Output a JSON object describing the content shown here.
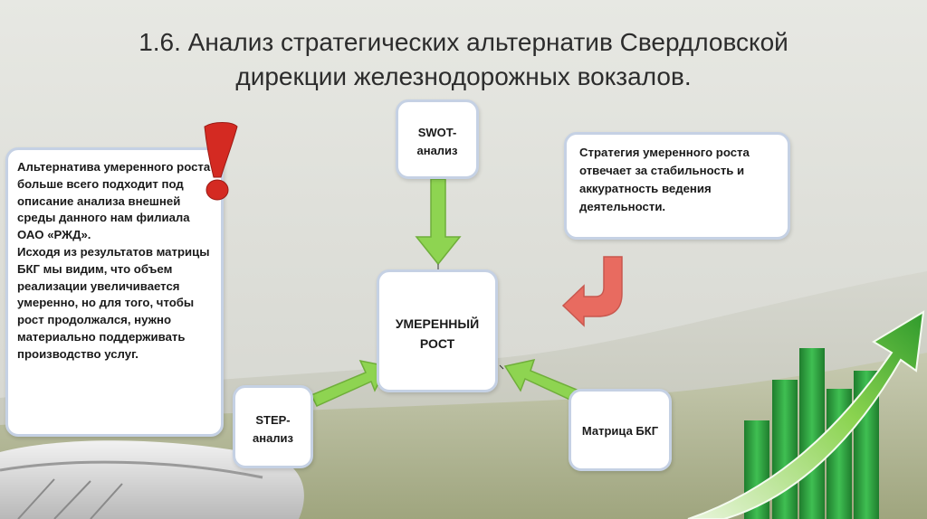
{
  "slide": {
    "title_line1": "1.6. Анализ стратегических альтернатив Свердловской",
    "title_line2": "дирекции железнодорожных вокзалов."
  },
  "left_box": {
    "paragraph1": "Альтернатива умеренного роста больше всего подходит под описание анализа внешней среды данного нам филиала ОАО «РЖД».",
    "paragraph2": "Исходя из результатов матрицы БКГ мы видим, что объем реализации увеличивается умеренно, но для того, чтобы рост продолжался, нужно материально поддерживать производство услуг."
  },
  "swot_box": {
    "line1": "SWOT-",
    "line2": "анализ"
  },
  "right_box": {
    "text": "Стратегия умеренного роста отвечает за стабильность и аккуратность ведения деятельности."
  },
  "center_box": {
    "line1": "УМЕРЕННЫЙ",
    "line2": "РОСТ"
  },
  "step_box": {
    "line1": "STEP-",
    "line2": "анализ"
  },
  "bkg_box": {
    "text": "Матрица БКГ"
  },
  "colors": {
    "arrow_green": "#8ed451",
    "arrow_red": "#e86b60",
    "exclamation_red": "#d42a22",
    "box_border": "#c5d1e4",
    "growth_green": "#2a9a3c"
  },
  "icons": [
    "exclamation-icon",
    "growth-bar-chart-icon",
    "train-image"
  ]
}
